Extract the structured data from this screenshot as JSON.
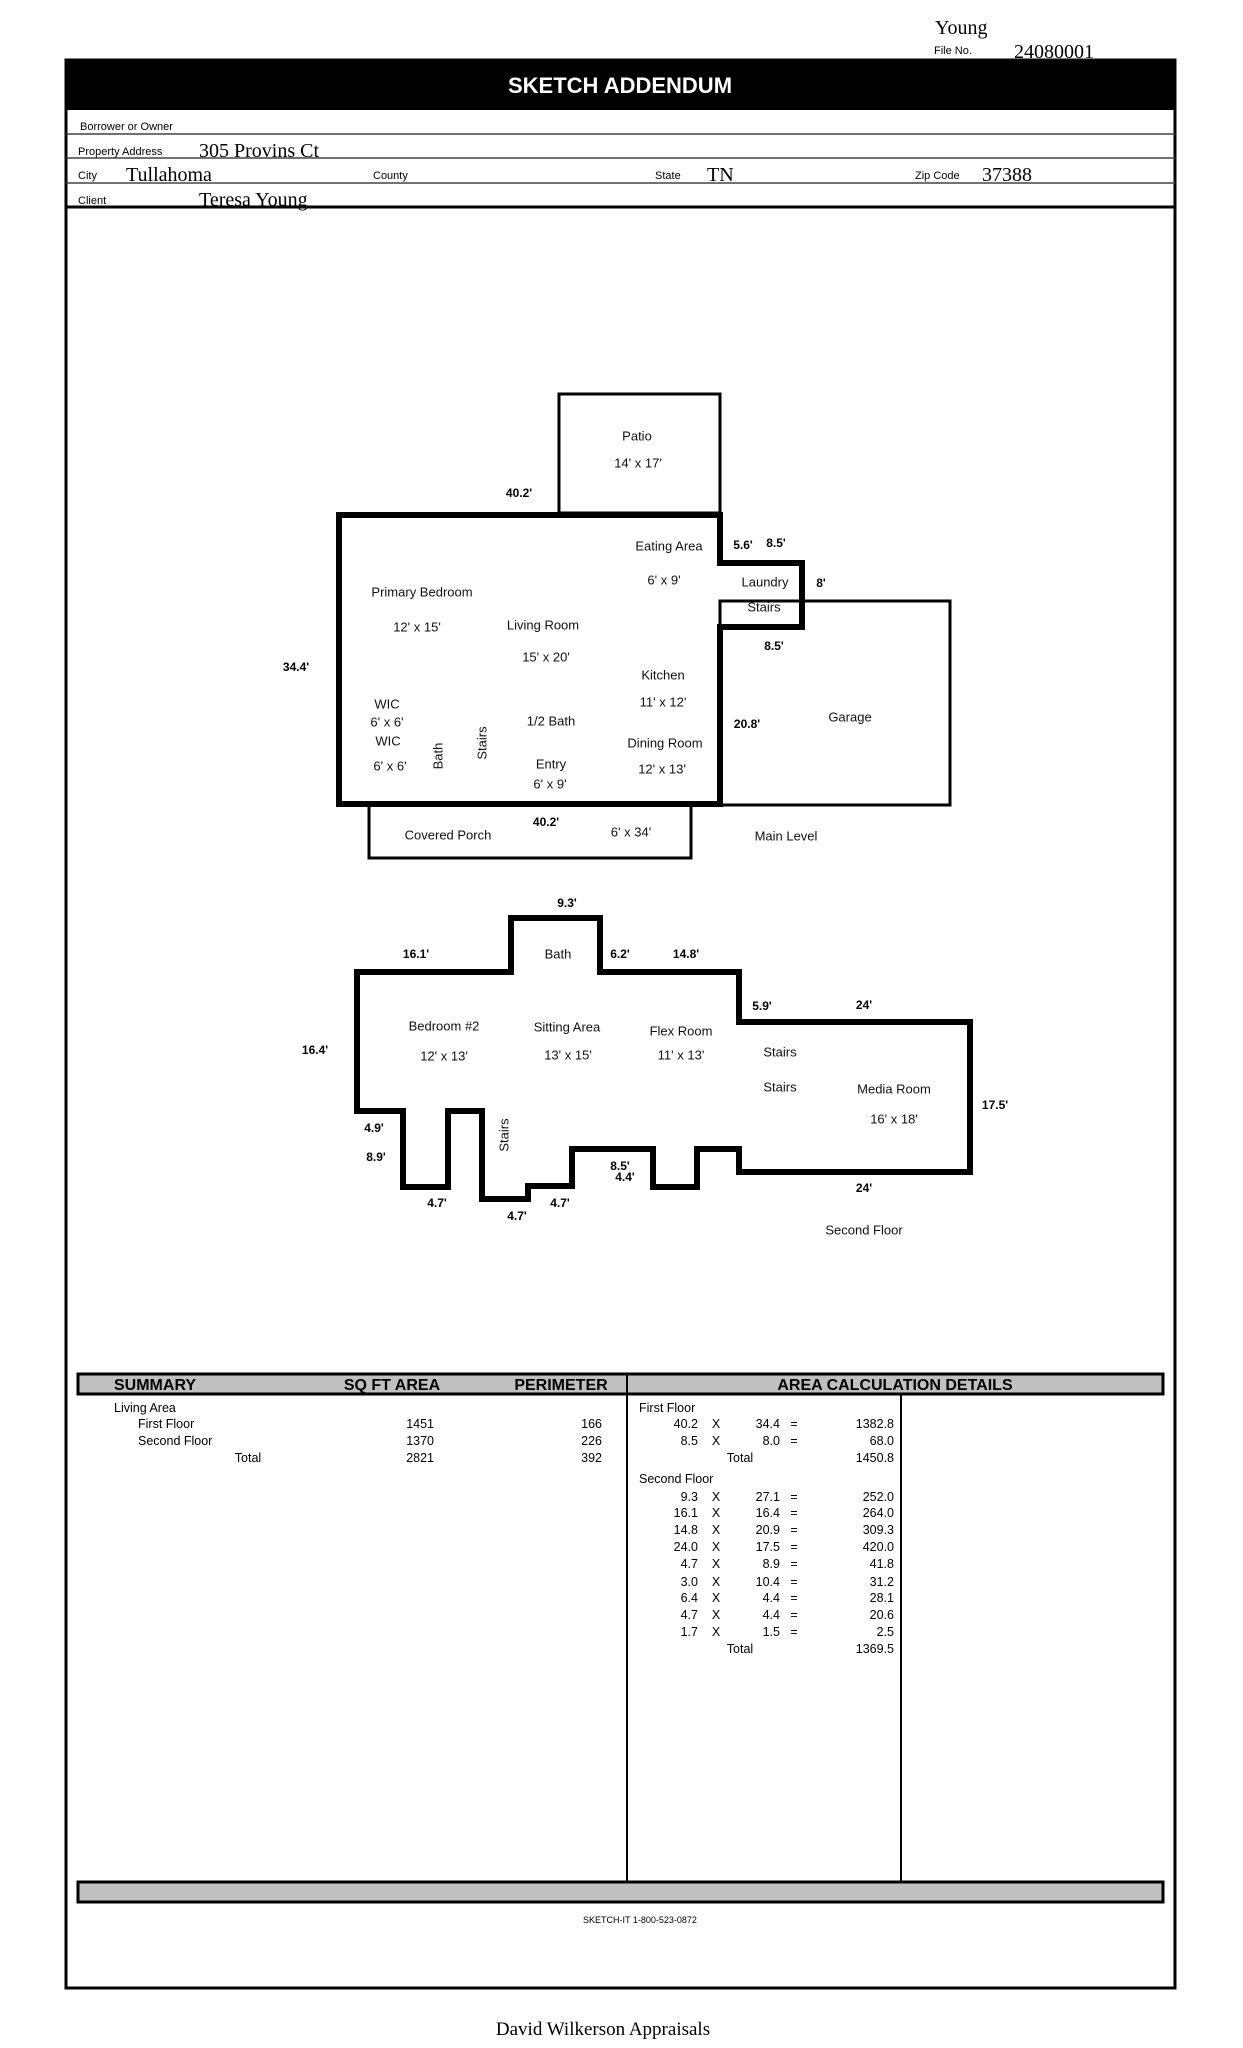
{
  "header": {
    "owner_name": "Young",
    "file_no_label": "File No.",
    "file_no": "24080001",
    "title": "SKETCH ADDENDUM"
  },
  "fields": {
    "borrower_label": "Borrower or Owner",
    "property_address_label": "Property Address",
    "property_address": "305 Provins Ct",
    "city_label": "City",
    "city": "Tullahoma",
    "county_label": "County",
    "state_label": "State",
    "state": "TN",
    "zip_label": "Zip Code",
    "zip": "37388",
    "client_label": "Client",
    "client": "Teresa Young"
  },
  "main_level": {
    "labels": [
      "Patio",
      "14' x 17'",
      "40.2'",
      "Eating Area",
      "6' x 9'",
      "5.6'",
      "8.5'",
      "Laundry",
      "8'",
      "Stairs",
      "8.5'",
      "Primary Bedroom",
      "12' x 15'",
      "Living Room",
      "15' x 20'",
      "34.4'",
      "Kitchen",
      "11' x 12'",
      "Garage",
      "20.8'",
      "WIC",
      "6' x 6'",
      "WIC",
      "6' x 6'",
      "Bath",
      "Stairs",
      "1/2 Bath",
      "Entry",
      "6' x 9'",
      "Dining Room",
      "12' x 13'",
      "40.2'",
      "Covered Porch",
      "6' x 34'",
      "Main Level"
    ]
  },
  "second_floor": {
    "labels": [
      "9.3'",
      "16.1'",
      "Bath",
      "6.2'",
      "14.8'",
      "5.9'",
      "24'",
      "16.4'",
      "Bedroom #2",
      "12' x 13'",
      "Sitting Area",
      "13' x 15'",
      "Flex Room",
      "11' x 13'",
      "Stairs",
      "Stairs",
      "Media Room",
      "16' x 18'",
      "17.5'",
      "4.9'",
      "8.9'",
      "Stairs",
      "8.5'",
      "4.4'",
      "4.7'",
      "4.7'",
      "4.7'",
      "24'",
      "Second Floor"
    ]
  },
  "summary": {
    "col_summary": "SUMMARY",
    "col_area": "SQ FT AREA",
    "col_perimeter": "PERIMETER",
    "col_details": "AREA CALCULATION DETAILS",
    "group": "Living Area",
    "rows": [
      {
        "name": "First Floor",
        "area": "1451",
        "perimeter": "166"
      },
      {
        "name": "Second Floor",
        "area": "1370",
        "perimeter": "226"
      },
      {
        "name": "Total",
        "area": "2821",
        "perimeter": "392"
      }
    ]
  },
  "calc": {
    "first_floor": {
      "label": "First Floor",
      "rows": [
        [
          "40.2",
          "X",
          "34.4",
          "=",
          "1382.8"
        ],
        [
          "8.5",
          "X",
          "8.0",
          "=",
          "68.0"
        ]
      ],
      "total_label": "Total",
      "total": "1450.8"
    },
    "second_floor": {
      "label": "Second Floor",
      "rows": [
        [
          "9.3",
          "X",
          "27.1",
          "=",
          "252.0"
        ],
        [
          "16.1",
          "X",
          "16.4",
          "=",
          "264.0"
        ],
        [
          "14.8",
          "X",
          "20.9",
          "=",
          "309.3"
        ],
        [
          "24.0",
          "X",
          "17.5",
          "=",
          "420.0"
        ],
        [
          "4.7",
          "X",
          "8.9",
          "=",
          "41.8"
        ],
        [
          "3.0",
          "X",
          "10.4",
          "=",
          "31.2"
        ],
        [
          "6.4",
          "X",
          "4.4",
          "=",
          "28.1"
        ],
        [
          "4.7",
          "X",
          "4.4",
          "=",
          "20.6"
        ],
        [
          "1.7",
          "X",
          "1.5",
          "=",
          "2.5"
        ]
      ],
      "total_label": "Total",
      "total": "1369.5"
    }
  },
  "footer": {
    "software": "SKETCH-IT 1-800-523-0872",
    "company": "David Wilkerson Appraisals"
  }
}
